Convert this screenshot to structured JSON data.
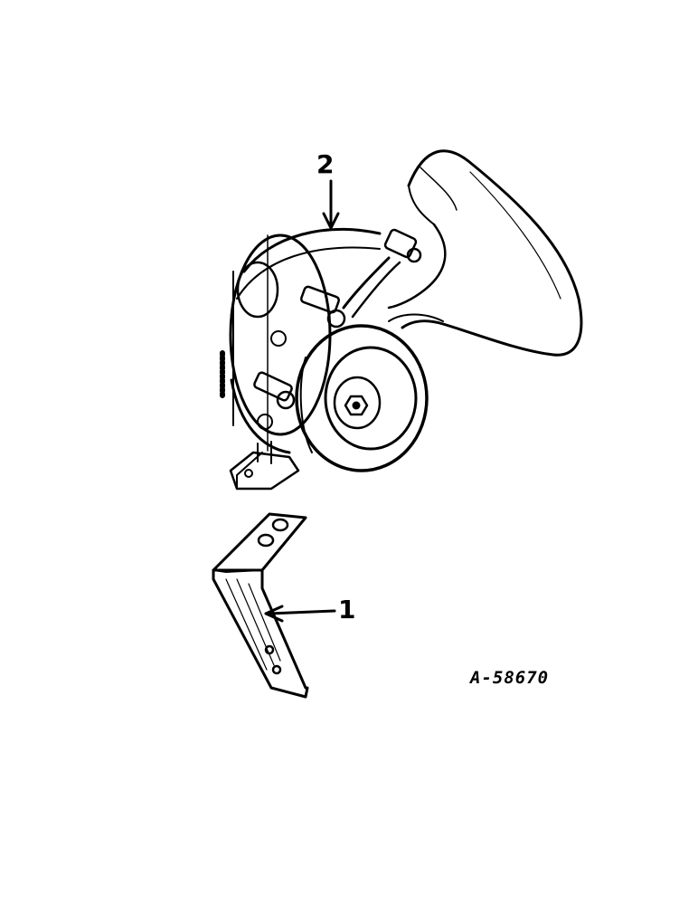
{
  "callouts": {
    "part_2": "2",
    "part_1": "1"
  },
  "figure_id": "A-58670",
  "colors": {
    "ink": "#000000",
    "paper": "#ffffff"
  }
}
